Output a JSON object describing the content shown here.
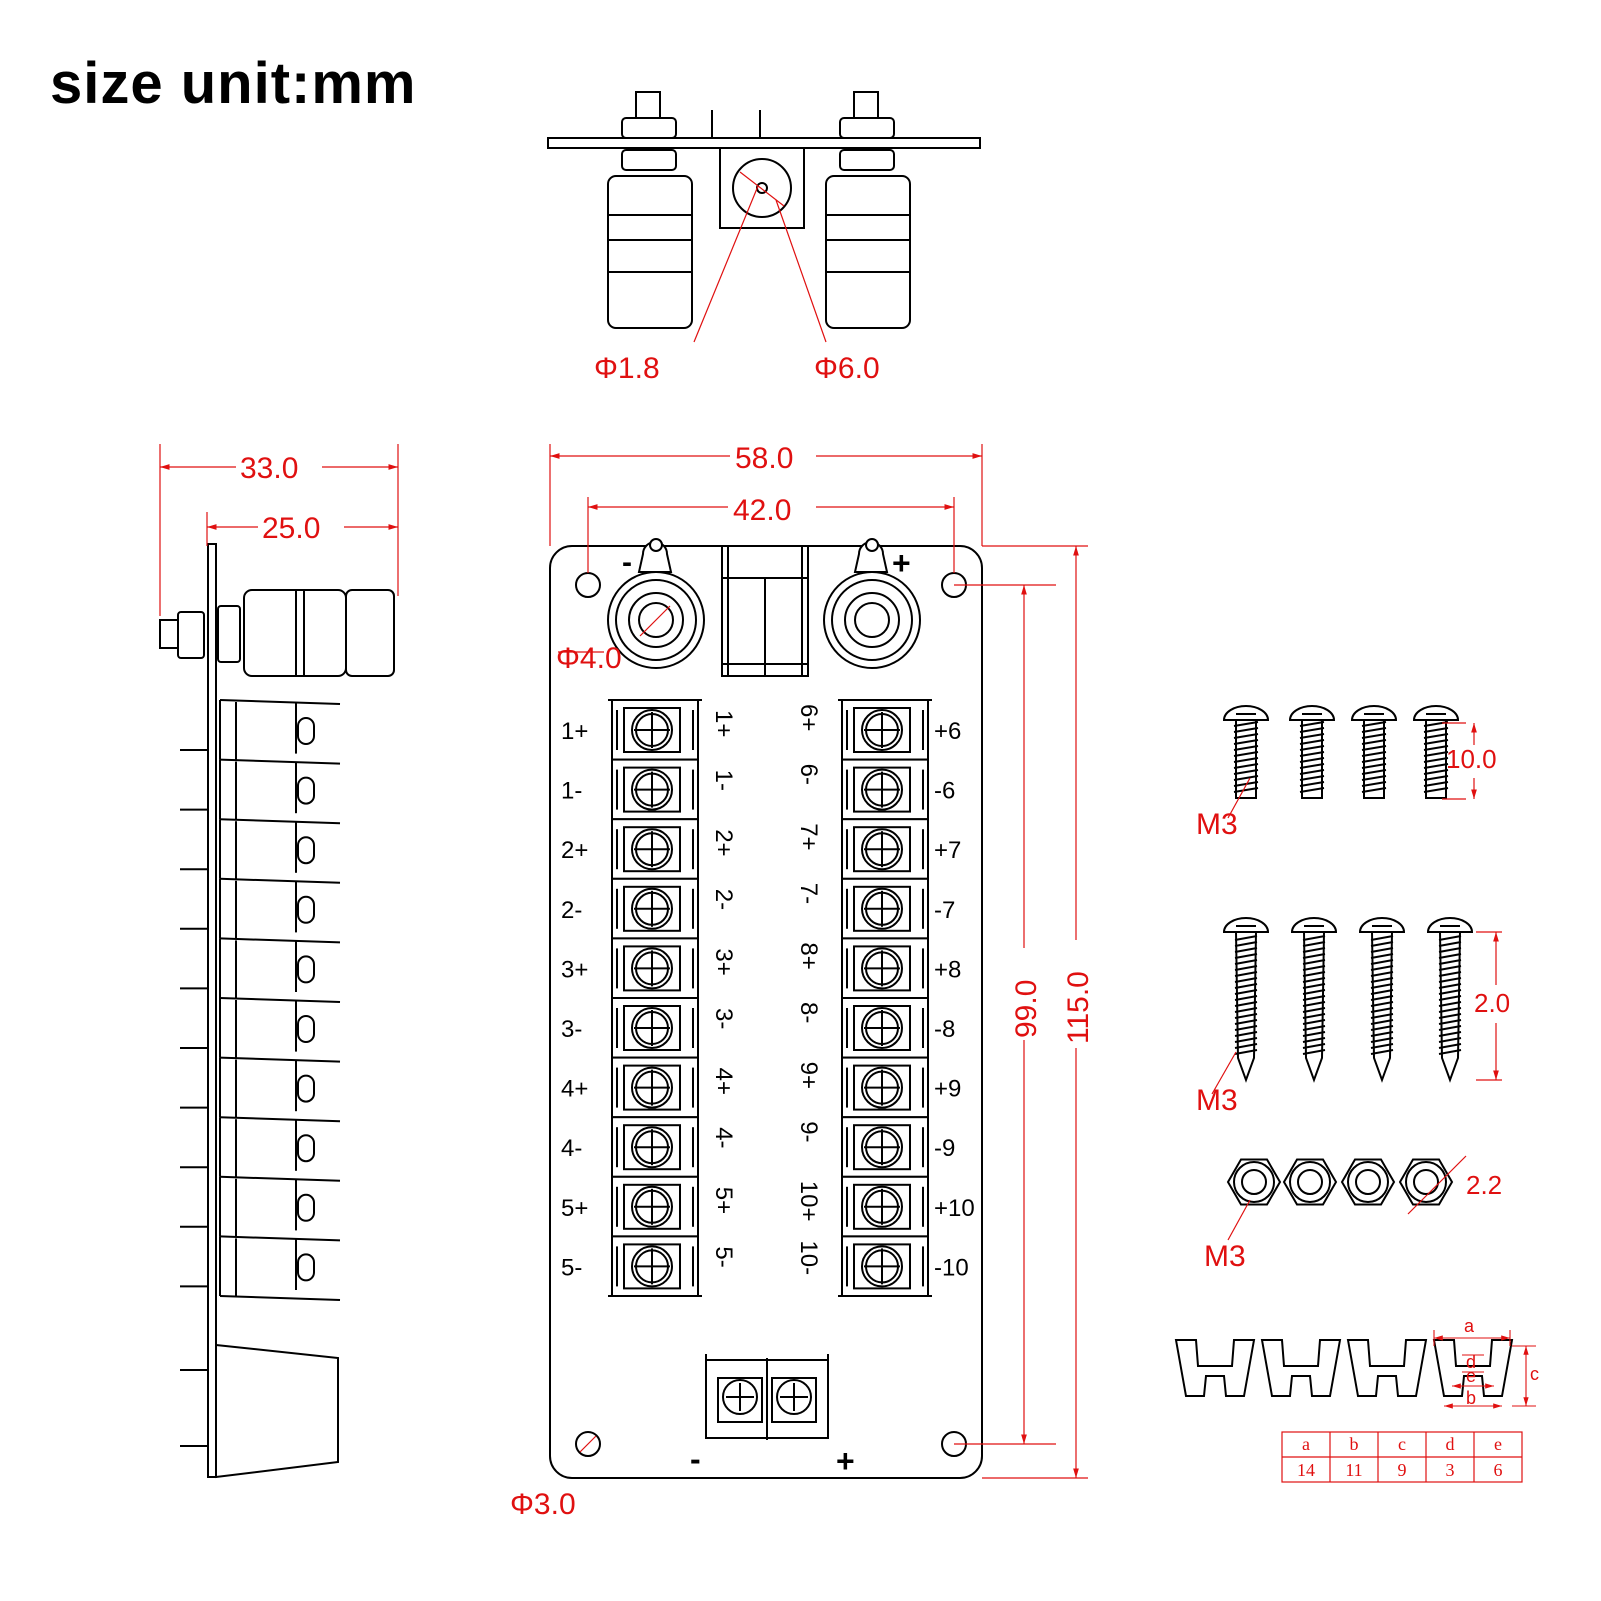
{
  "title": "size unit:mm",
  "colors": {
    "dimension": "#e01010",
    "outline": "#000000"
  },
  "dimensions": {
    "d1_8": "Φ1.8",
    "d6_0": "Φ6.0",
    "w33": "33.0",
    "w25": "25.0",
    "w58": "58.0",
    "w42": "42.0",
    "d4_0": "Φ4.0",
    "d3_0": "Φ3.0",
    "h99": "99.0",
    "h115": "115.0"
  },
  "board": {
    "post_neg": "-",
    "post_pos": "+",
    "bottom_neg": "-",
    "bottom_pos": "+",
    "left_labels_outer": [
      "1+",
      "1-",
      "2+",
      "2-",
      "3+",
      "3-",
      "4+",
      "4-",
      "5+",
      "5-"
    ],
    "left_labels_inner": [
      "1+",
      "1-",
      "2+",
      "2-",
      "3+",
      "3-",
      "4+",
      "4-",
      "5+",
      "5-"
    ],
    "right_labels_inner": [
      "6+",
      "6-",
      "7+",
      "7-",
      "8+",
      "8-",
      "9+",
      "9-",
      "10+",
      "10-"
    ],
    "right_labels_outer": [
      "+6",
      "-6",
      "+7",
      "-7",
      "+8",
      "-8",
      "+9",
      "-9",
      "+10",
      "-10"
    ]
  },
  "hardware": {
    "screw_short_label": "M3",
    "screw_short_len": "10.0",
    "screw_long_label": "M3",
    "screw_long_len": "2.0",
    "nut_label": "M3",
    "nut_size": "2.2"
  },
  "jumper": {
    "letters": [
      "a",
      "d",
      "c",
      "e",
      "b"
    ],
    "table_headers": [
      "a",
      "b",
      "c",
      "d",
      "e"
    ],
    "table_values": [
      "14",
      "11",
      "9",
      "3",
      "6"
    ]
  }
}
